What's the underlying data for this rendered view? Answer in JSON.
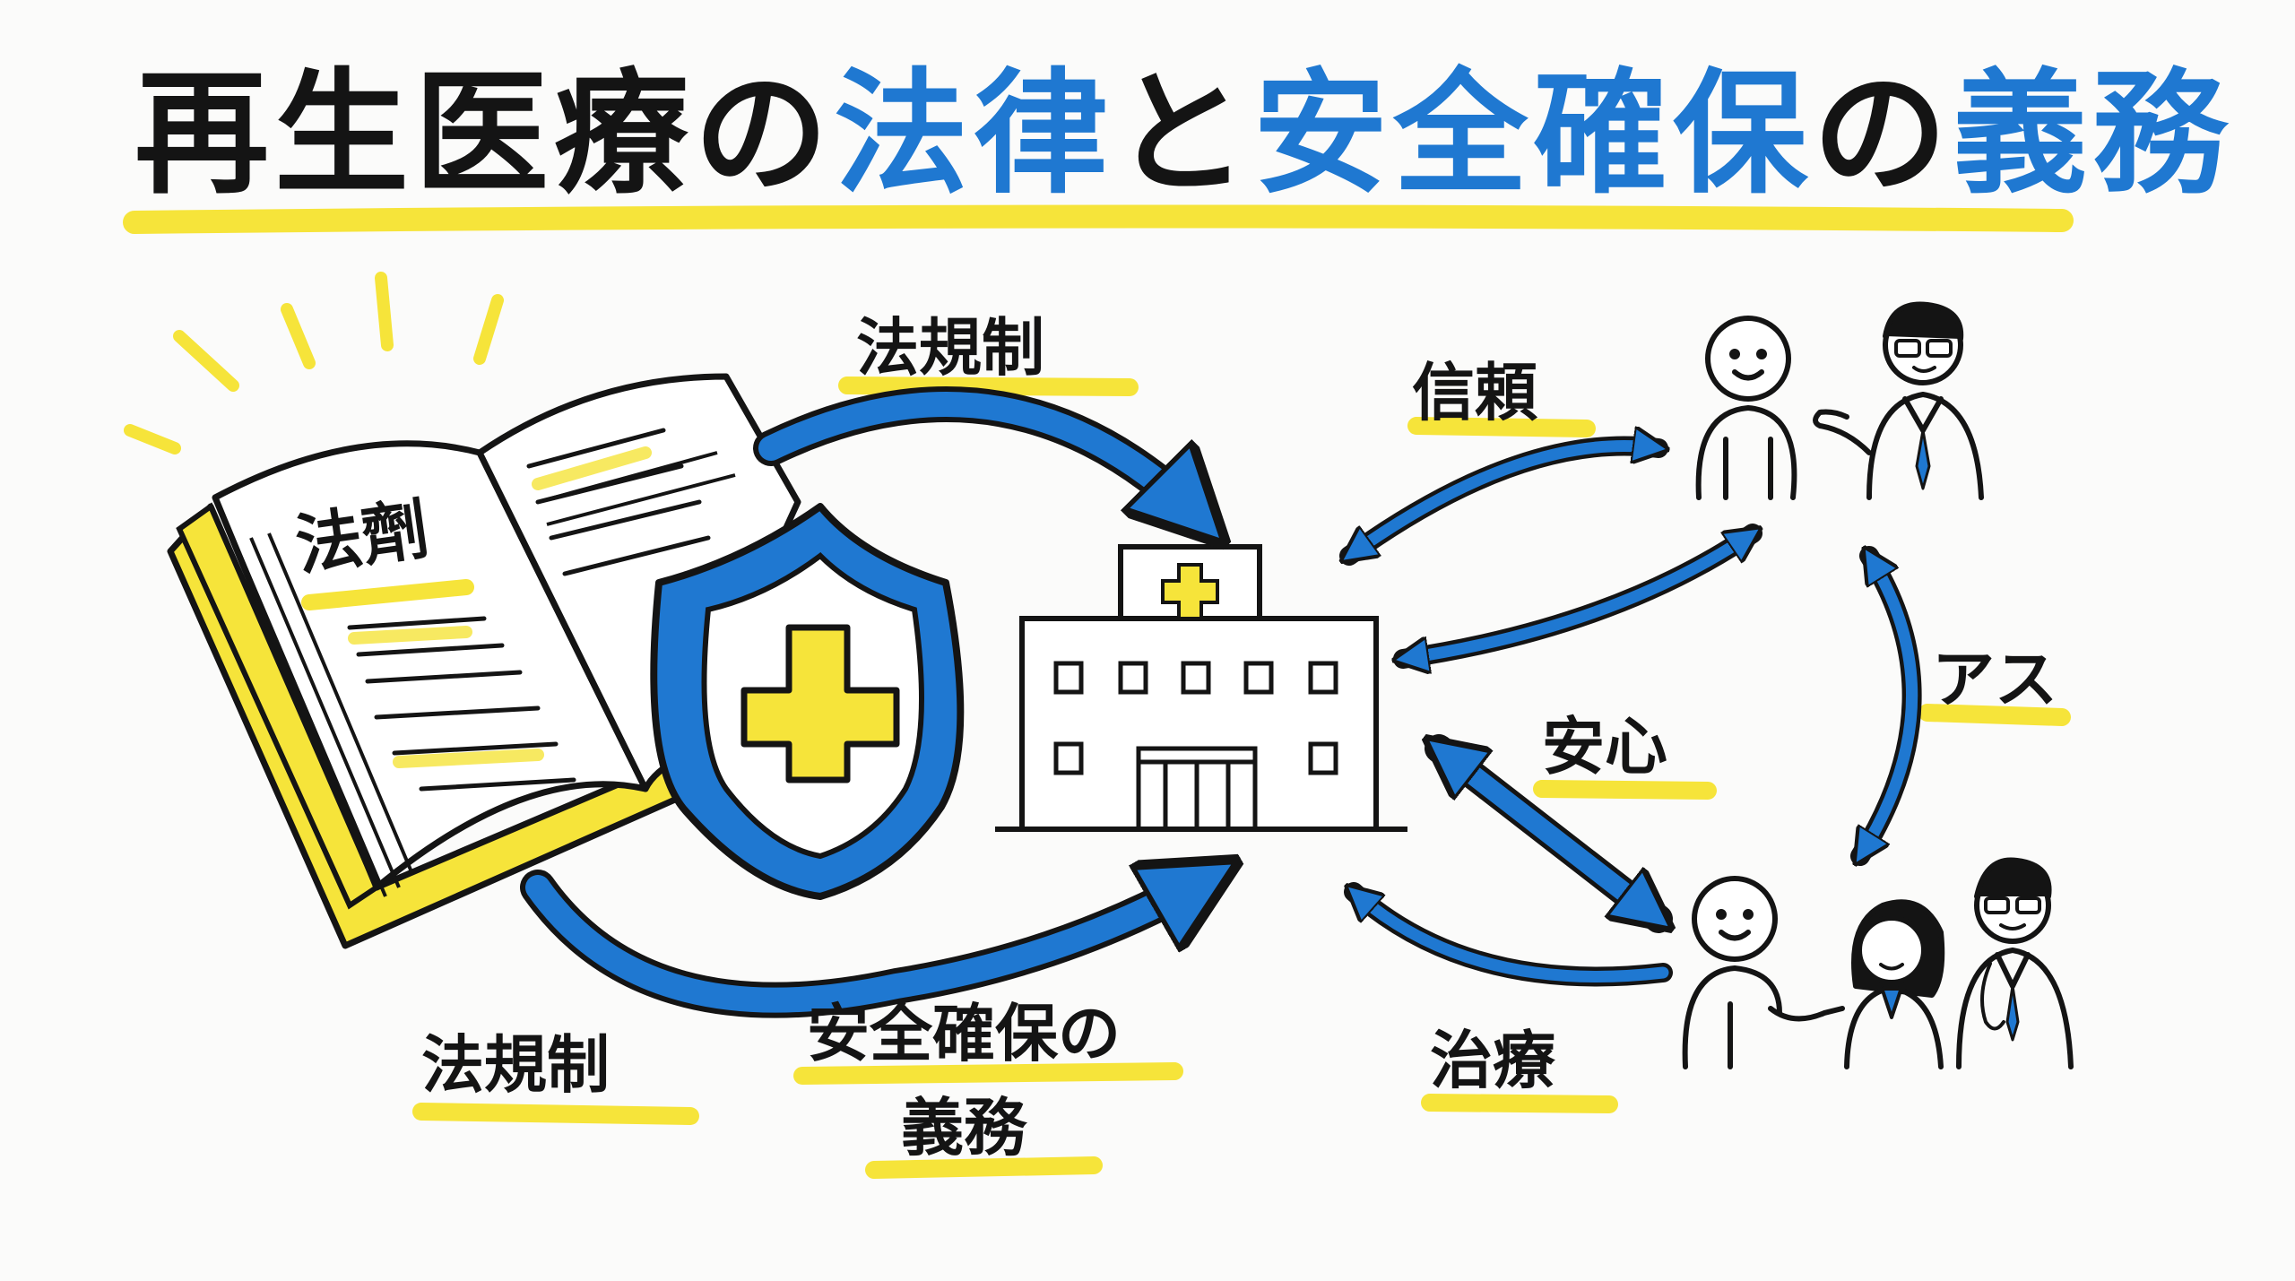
{
  "title": {
    "part1": "再生医療の",
    "part2": "法律",
    "part3": "と",
    "part4": "安全確保",
    "part5": "の",
    "part6": "義務"
  },
  "book": {
    "label": "法劑"
  },
  "labels": {
    "top_arrow": "法規制",
    "bottom_left": "法規制",
    "bottom_mid_line1": "安全確保の",
    "bottom_mid_line2": "義務",
    "trust": "信頼",
    "peace": "安心",
    "treatment": "治療",
    "as": "アス"
  },
  "colors": {
    "blue": "#1f78d1",
    "yellow": "#f6e43a",
    "ink": "#141414"
  },
  "icons": [
    "book-icon",
    "shield-cross-icon",
    "hospital-icon",
    "person-icon",
    "doctor-icon",
    "nurse-icon"
  ]
}
